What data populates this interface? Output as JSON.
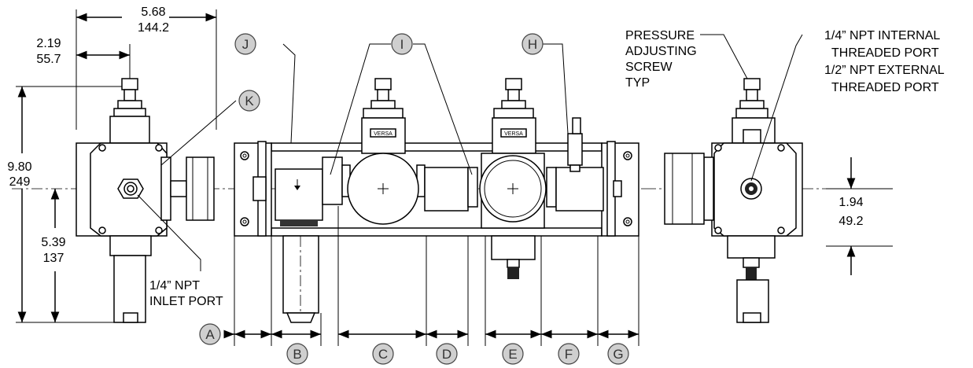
{
  "dimensions": {
    "overall_width_in": "5.68",
    "overall_width_mm": "144.2",
    "inlet_offset_in": "2.19",
    "inlet_offset_mm": "55.7",
    "height_in": "9.80",
    "height_mm": "249",
    "lower_height_in": "5.39",
    "lower_height_mm": "137",
    "port_height_in": "1.94",
    "port_height_mm": "49.2"
  },
  "notes": {
    "inlet_port_line1": "1/4” NPT",
    "inlet_port_line2": "INLET PORT",
    "adjusting_screw_line1": "PRESSURE",
    "adjusting_screw_line2": "ADJUSTING",
    "adjusting_screw_line3": "SCREW",
    "adjusting_screw_line4": "TYP",
    "port_line1": "1/4” NPT INTERNAL",
    "port_line2": "THREADED PORT",
    "port_line3": "1/2” NPT EXTERNAL",
    "port_line4": "THREADED PORT"
  },
  "callouts": {
    "A": "A",
    "B": "B",
    "C": "C",
    "D": "D",
    "E": "E",
    "F": "F",
    "G": "G",
    "H": "H",
    "I": "I",
    "J": "J",
    "K": "K"
  },
  "brand_label": "VERSA"
}
